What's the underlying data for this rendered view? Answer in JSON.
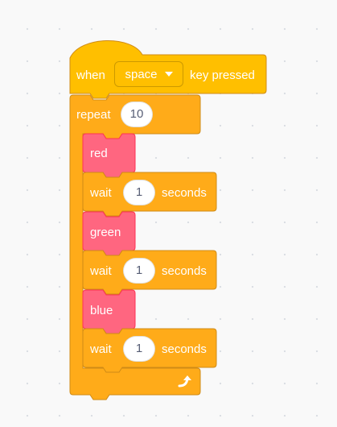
{
  "script": {
    "hat_block": {
      "when_label": "when",
      "key_value": "space",
      "key_pressed_label": "key pressed",
      "color": "#FFBF00"
    },
    "repeat_block": {
      "repeat_label": "repeat",
      "times": "10",
      "color": "#FFAB19"
    },
    "body": [
      {
        "type": "looks-costume",
        "label": "red",
        "color": "#FF6680"
      },
      {
        "type": "wait",
        "wait_label": "wait",
        "value": "1",
        "unit_label": "seconds",
        "color": "#FFAB19"
      },
      {
        "type": "looks-costume",
        "label": "green",
        "color": "#FF6680"
      },
      {
        "type": "wait",
        "wait_label": "wait",
        "value": "1",
        "unit_label": "seconds",
        "color": "#FFAB19"
      },
      {
        "type": "looks-costume",
        "label": "blue",
        "color": "#FF6680"
      },
      {
        "type": "wait",
        "wait_label": "wait",
        "value": "1",
        "unit_label": "seconds",
        "color": "#FFAB19"
      }
    ],
    "loop_end_icon": "loop-arrow-icon"
  }
}
